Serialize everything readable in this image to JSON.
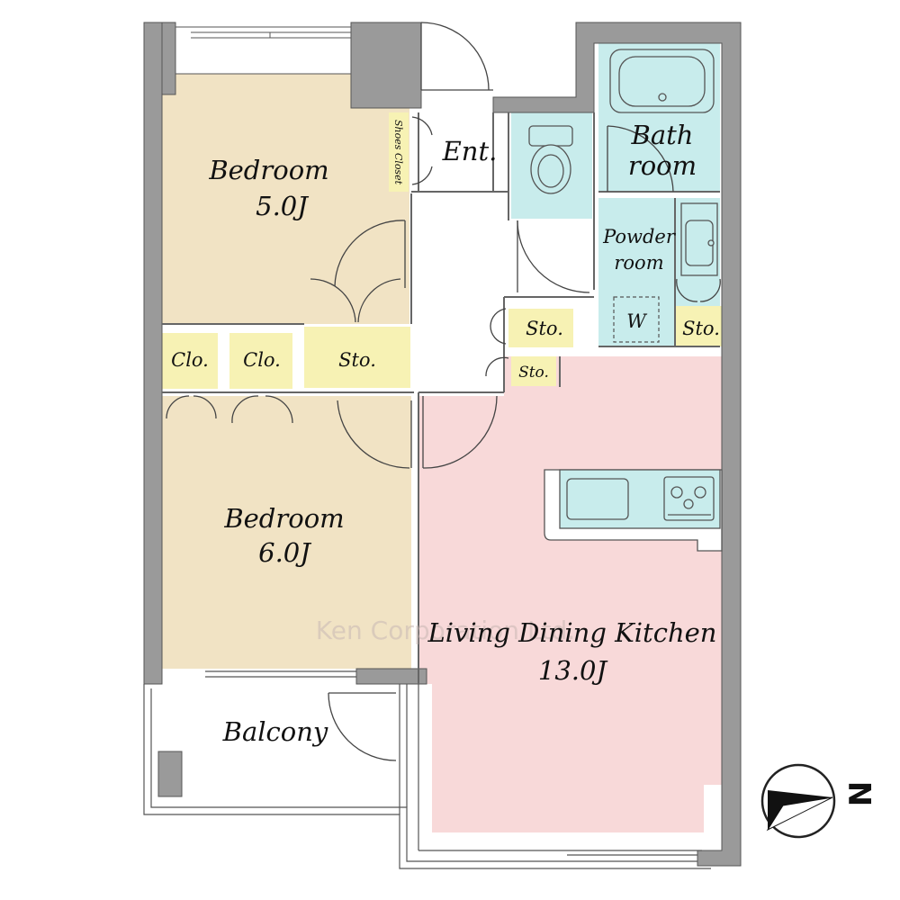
{
  "rooms": {
    "bedroom1": {
      "name": "Bedroom",
      "size": "5.0J"
    },
    "bedroom2": {
      "name": "Bedroom",
      "size": "6.0J"
    },
    "ldk": {
      "name": "Living Dining Kitchen",
      "size": "13.0J"
    },
    "bath": {
      "line1": "Bath",
      "line2": "room"
    },
    "powder": {
      "line1": "Powder",
      "line2": "room",
      "washer": "W"
    },
    "entrance": "Ent.",
    "shoes_closet": "Shoes Closet",
    "closet1": "Clo.",
    "closet2": "Clo.",
    "storage_main": "Sto.",
    "storage_hall": "Sto.",
    "storage_small": "Sto.",
    "storage_powder": "Sto.",
    "balcony": "Balcony"
  },
  "compass": {
    "label": "N",
    "points": "right"
  },
  "watermark": "Ken Corporation Ltd.",
  "colors": {
    "wall": "#9a9a9a",
    "bedroom": "#f1e3c4",
    "ldk": "#f8d9d9",
    "wet_area": "#c8ecec",
    "storage": "#f7f2b4"
  }
}
